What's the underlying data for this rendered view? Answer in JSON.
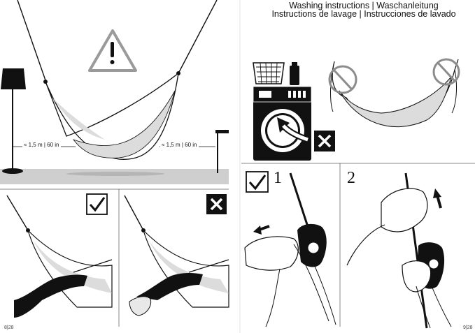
{
  "header": {
    "title_line1": "Washing instructions | Waschanleitung",
    "title_line2": "Instructions de lavage | Instrucciones de lavado"
  },
  "measurements": {
    "left": "≈ 1,5 m | 60 in",
    "right": "≈ 1,5 m | 60 in"
  },
  "steps": [
    "1",
    "2"
  ],
  "page_numbers": {
    "left": "8|28",
    "right": "9|28"
  },
  "colors": {
    "ink": "#111111",
    "fabric": "#dcdcdc",
    "floor": "#cfcfcf"
  },
  "icons": [
    "warning-icon",
    "checkmark-icon",
    "cross-icon",
    "laundry-basket-icon",
    "detergent-bottle-icon",
    "washing-machine-icon",
    "no-symbol-icon",
    "arrow-icon"
  ]
}
